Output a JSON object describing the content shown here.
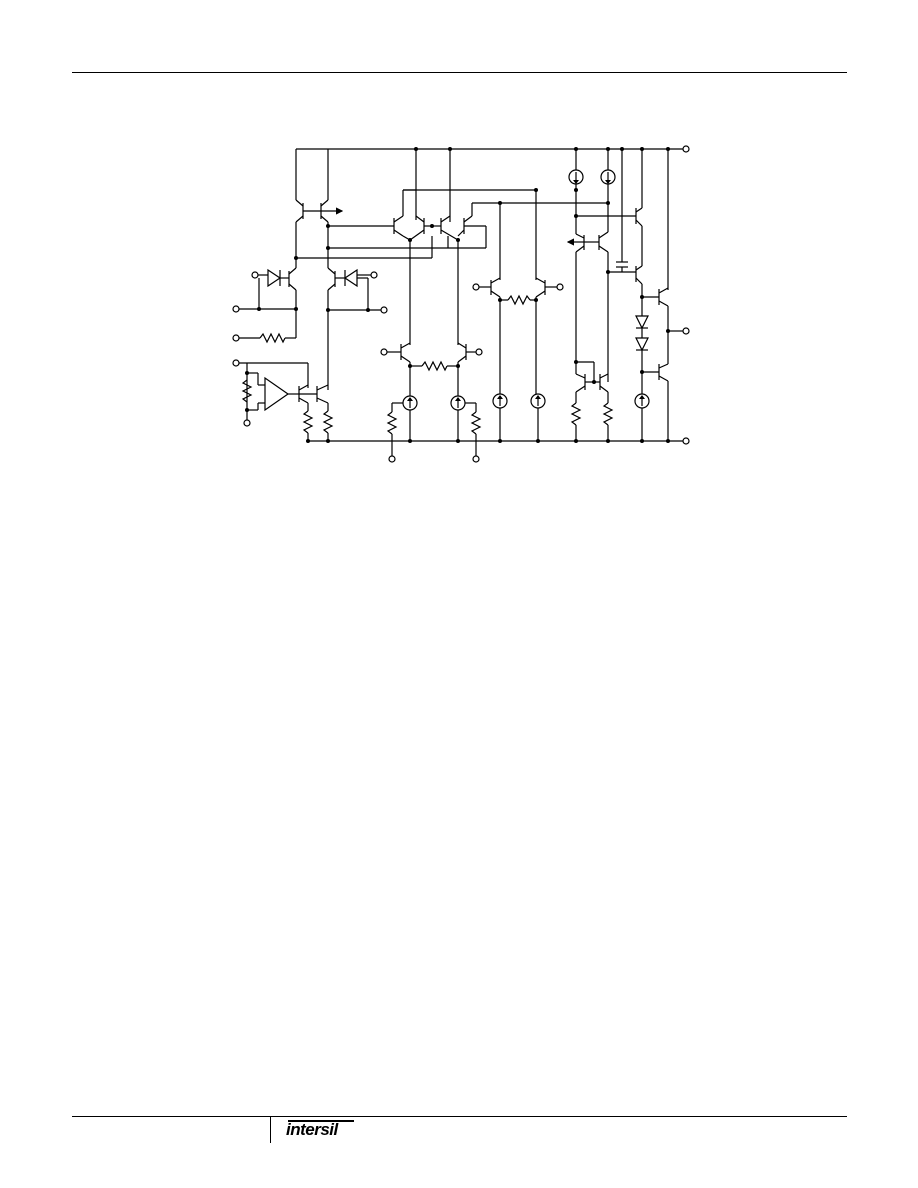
{
  "footer": {
    "logo_text": "intersil"
  },
  "schematic": {
    "components": [
      "transistor-pnp",
      "transistor-npn",
      "resistor",
      "diode",
      "current-source",
      "capacitor",
      "op-amp",
      "terminal",
      "junction"
    ]
  }
}
